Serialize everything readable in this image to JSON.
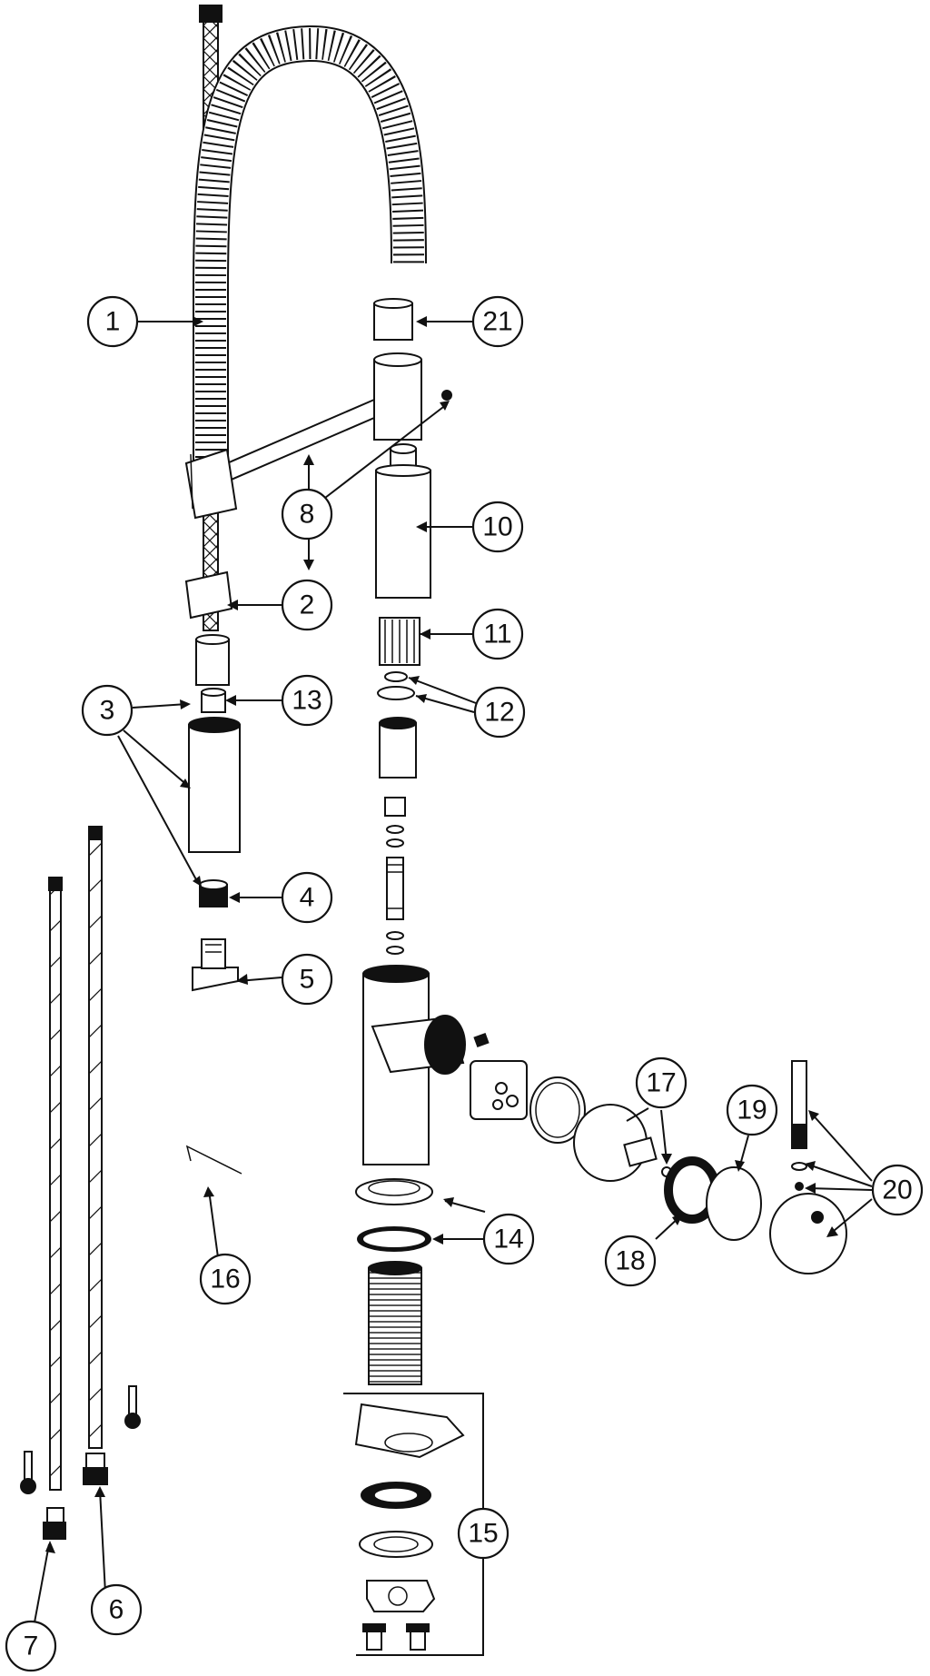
{
  "callouts": [
    {
      "id": "c1",
      "label": "1"
    },
    {
      "id": "c2",
      "label": "2"
    },
    {
      "id": "c3",
      "label": "3"
    },
    {
      "id": "c4",
      "label": "4"
    },
    {
      "id": "c5",
      "label": "5"
    },
    {
      "id": "c6",
      "label": "6"
    },
    {
      "id": "c7",
      "label": "7"
    },
    {
      "id": "c8",
      "label": "8"
    },
    {
      "id": "c10",
      "label": "10"
    },
    {
      "id": "c11",
      "label": "11"
    },
    {
      "id": "c12",
      "label": "12"
    },
    {
      "id": "c13",
      "label": "13"
    },
    {
      "id": "c14",
      "label": "14"
    },
    {
      "id": "c15",
      "label": "15"
    },
    {
      "id": "c16",
      "label": "16"
    },
    {
      "id": "c17",
      "label": "17"
    },
    {
      "id": "c18",
      "label": "18"
    },
    {
      "id": "c19",
      "label": "19"
    },
    {
      "id": "c20",
      "label": "20"
    },
    {
      "id": "c21",
      "label": "21"
    }
  ],
  "colors": {
    "line": "#111111",
    "background": "#ffffff",
    "fill_dark": "#111111"
  }
}
